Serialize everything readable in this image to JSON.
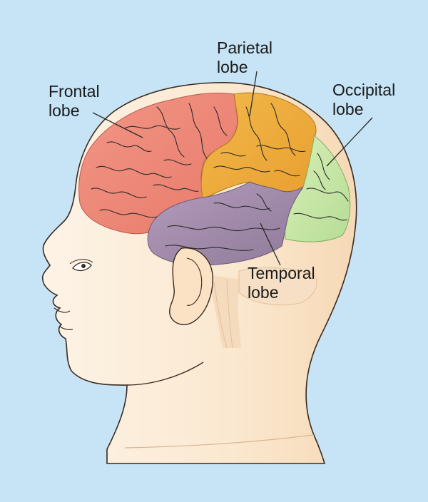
{
  "labels": {
    "frontal": {
      "line1": "Frontal",
      "line2": "lobe"
    },
    "parietal": {
      "line1": "Parietal",
      "line2": "lobe"
    },
    "occipital": {
      "line1": "Occipital",
      "line2": "lobe"
    },
    "temporal": {
      "line1": "Temporal",
      "line2": "lobe"
    }
  },
  "colors": {
    "background": "#c7e4f6",
    "skin": "#fbe6cc",
    "frontal": "#ee8877",
    "parietal": "#eeac3c",
    "occipital": "#c8e6a6",
    "temporal": "#a08aa8"
  }
}
